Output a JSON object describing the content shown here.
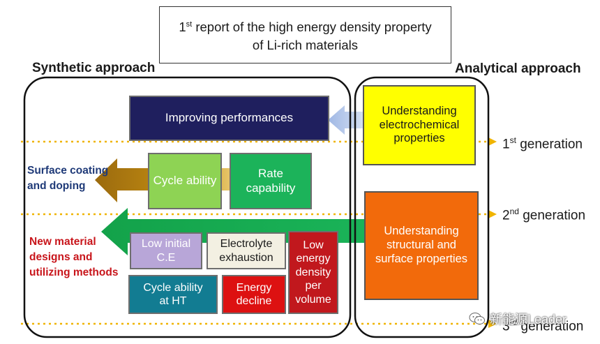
{
  "title": {
    "line1_prefix": "1",
    "line1_sup": "st",
    "line1_rest": " report of the high energy density property",
    "line2": "of Li-rich materials"
  },
  "sections": {
    "synthetic": "Synthetic approach",
    "analytical": "Analytical approach"
  },
  "boxes": {
    "improving": "Improving performances",
    "cycle_ability": "Cycle ability",
    "rate_line1": "Rate",
    "rate_line2": "capability",
    "low_ce_line1": "Low initial",
    "low_ce_line2": "C.E",
    "electrolyte_line1": "Electrolyte",
    "electrolyte_line2": "exhaustion",
    "low_density_lines": [
      "Low",
      "energy",
      "density",
      "per",
      "volume"
    ],
    "cycle_ht_line1": "Cycle ability",
    "cycle_ht_line2": "at HT",
    "energy_decline_line1": "Energy",
    "energy_decline_line2": "decline",
    "electrochem_lines": [
      "Understanding",
      "electrochemical",
      "properties"
    ],
    "structural_lines": [
      "Understanding",
      "structural and",
      "surface properties"
    ]
  },
  "side_labels": {
    "surface_line1": "Surface coating",
    "surface_line2": "and doping",
    "new_material_line1": "New material",
    "new_material_line2": "designs and",
    "new_material_line3": "utilizing methods"
  },
  "generations": {
    "g1_num": "1",
    "g1_sup": "st",
    "g1_text": " generation",
    "g2_num": "2",
    "g2_sup": "nd",
    "g2_text": " generation",
    "g3_num": "3",
    "g3_sup": "rd",
    "g3_text": " generation"
  },
  "watermark": "新能源Leader",
  "colors": {
    "navy": "#1f1f5e",
    "lightgreen": "#8ed354",
    "green": "#1cb35a",
    "lavender": "#b8a6d8",
    "cream": "#f3f0e2",
    "red": "#dd1111",
    "darkred": "#c1181d",
    "teal": "#127c92",
    "yellow": "#ffff00",
    "orange": "#f26a0b",
    "label_blue": "#1f3a78",
    "label_red": "#c8151b"
  }
}
